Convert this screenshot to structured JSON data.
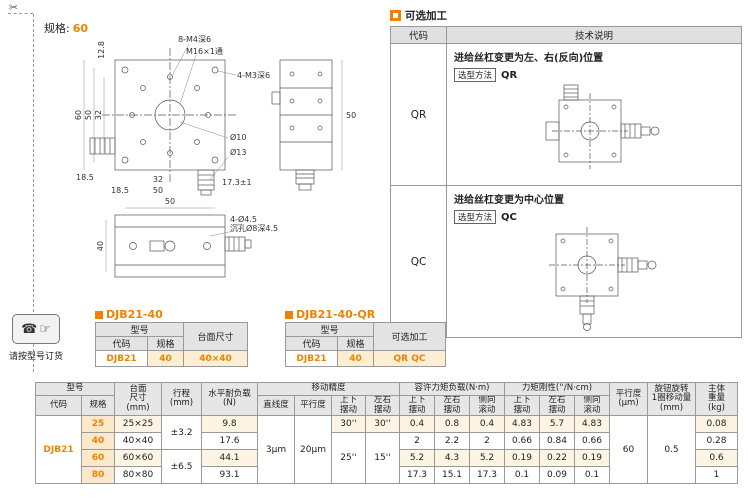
{
  "page": {
    "spec_label": "规格:",
    "spec_value": "60",
    "scissors_icon": "✂"
  },
  "order_note": {
    "phone_icon": "☎",
    "hand_icon": "☞",
    "text": "请按型号订货"
  },
  "optional": {
    "title": "可选加工",
    "table": {
      "col_code": "代码",
      "col_desc": "技术说明"
    },
    "rows": [
      {
        "code": "QR",
        "desc": "进给丝杠变更为左、右(反向)位置",
        "method_label": "选型方法",
        "method_value": "QR"
      },
      {
        "code": "QC",
        "desc": "进给丝杠变更为中心位置",
        "method_label": "选型方法",
        "method_value": "QC"
      }
    ]
  },
  "product_tables": {
    "t1": {
      "title": "DJB21-40",
      "h_model": "型号",
      "h_code": "代码",
      "h_spec": "规格",
      "h_surface": "台面尺寸",
      "code": "DJB21",
      "spec": "40",
      "surface": "40×40"
    },
    "t2": {
      "title": "DJB21-40-QR",
      "h_model": "型号",
      "h_code": "代码",
      "h_spec": "规格",
      "h_opt": "可选加工",
      "code": "DJB21",
      "spec": "40",
      "opt": "QR QC"
    }
  },
  "drawing": {
    "labels": {
      "thread_top": "8-M4深6",
      "thread_center": "M16×1通",
      "thread_side": "4-M3深6",
      "dim_12_8": "12.8",
      "dim_60": "60",
      "dim_50_left": "50",
      "dim_32_left": "32",
      "dim_18_5_left": "18.5",
      "dim_32_bottom": "32",
      "dim_50_bottom": "50",
      "dim_18_5_bottom": "18.5",
      "dia_10": "Ø10",
      "dia_13": "Ø13",
      "dim_17_3": "17.3±1",
      "dim_50_side": "50",
      "dim_50_bv": "50",
      "dim_40_bv": "40",
      "hole_note1": "4-Ø4.5",
      "hole_note2": "沉孔Ø8深4.5"
    }
  },
  "main_table": {
    "headers": {
      "model": "型号",
      "code": "代码",
      "spec": "规格",
      "surface": "台面\n尺寸\n(mm)",
      "stroke": "行程\n(mm)",
      "load": "水平耐负载\n(N)",
      "travel_acc": "移动精度",
      "straightness": "直线度",
      "parallelism": "平行度",
      "ud": "上下\n摆动",
      "lr": "左右\n摆动",
      "roll": "侧向\n滚动",
      "moment": "容许力矩负载(N·m)",
      "rigidity": "力矩刚性(''/N·cm)",
      "parallelism_um": "平行度\n(μm)",
      "knob": "旋钮旋转\n1圈移动量\n(mm)",
      "weight": "主体\n重量\n(kg)"
    },
    "merged": {
      "code": "DJB21",
      "stroke_2540": "±3.2",
      "stroke_6080": "±6.5",
      "straightness": "3μm",
      "parallelism": "20μm",
      "acc_ud": "25''",
      "acc_lr": "15''",
      "parallelism_um": "60",
      "knob_move": "0.5"
    },
    "rows": [
      {
        "spec": "25",
        "surface": "25×25",
        "load": "9.8",
        "acc_ud": "30''",
        "acc_lr": "30''",
        "m_ud": "0.4",
        "m_lr": "0.8",
        "m_roll": "0.4",
        "r_ud": "4.83",
        "r_lr": "5.7",
        "r_roll": "4.83",
        "weight": "0.08"
      },
      {
        "spec": "40",
        "surface": "40×40",
        "load": "17.6",
        "m_ud": "2",
        "m_lr": "2.2",
        "m_roll": "2",
        "r_ud": "0.66",
        "r_lr": "0.84",
        "r_roll": "0.66",
        "weight": "0.28"
      },
      {
        "spec": "60",
        "surface": "60×60",
        "load": "44.1",
        "m_ud": "5.2",
        "m_lr": "4.3",
        "m_roll": "5.2",
        "r_ud": "0.19",
        "r_lr": "0.22",
        "r_roll": "0.19",
        "weight": "0.6"
      },
      {
        "spec": "80",
        "surface": "80×80",
        "load": "93.1",
        "m_ud": "17.3",
        "m_lr": "15.1",
        "m_roll": "17.3",
        "r_ud": "0.1",
        "r_lr": "0.09",
        "r_roll": "0.1",
        "weight": "1"
      }
    ]
  }
}
